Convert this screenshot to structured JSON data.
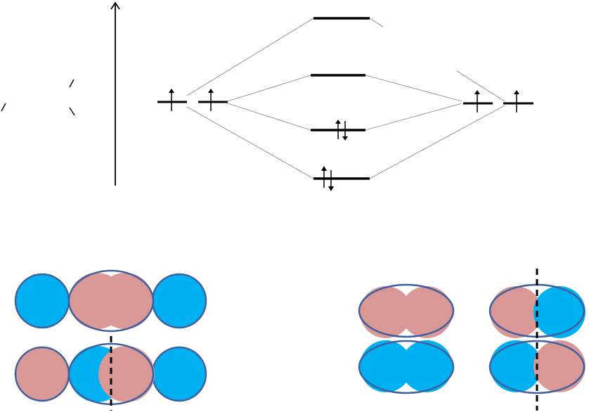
{
  "diagram": {
    "kind": "molecular-orbital-energy-diagram",
    "colors": {
      "level_line": "#000000",
      "correlation_line": "#8a8a8a",
      "orbital_pink": "#d99795",
      "orbital_blue": "#00b0f0",
      "orbital_outline": "#3f5f9f",
      "node_line": "#000000"
    },
    "energy_axis": {
      "arrow_icon": "up-arrow-icon"
    },
    "left_atom_orbitals": [
      {
        "id": "left-ao-1",
        "electrons": "up"
      },
      {
        "id": "left-ao-2",
        "electrons": "up"
      }
    ],
    "right_atom_orbitals": [
      {
        "id": "right-ao-1",
        "electrons": "up"
      },
      {
        "id": "right-ao-2",
        "electrons": "up"
      }
    ],
    "molecular_orbitals": [
      {
        "id": "mo-4",
        "electrons": "none"
      },
      {
        "id": "mo-3",
        "electrons": "none"
      },
      {
        "id": "mo-2",
        "electrons": "paired"
      },
      {
        "id": "mo-1",
        "electrons": "paired"
      }
    ],
    "orbital_sketches": [
      {
        "id": "linear-bonding",
        "has_node": false
      },
      {
        "id": "linear-antibonding",
        "has_node": true
      },
      {
        "id": "stacked-bonding",
        "has_node": false
      },
      {
        "id": "stacked-antibonding",
        "has_node": true
      }
    ]
  }
}
